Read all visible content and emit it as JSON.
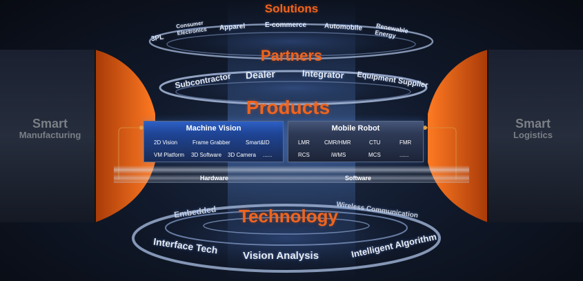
{
  "solutions": {
    "title": "Solutions",
    "items": [
      "3PL",
      "Consumer\nElectronics",
      "Apparel",
      "E-commerce",
      "Automobile",
      "Renewable\nEnergy"
    ]
  },
  "partners": {
    "title": "Partners",
    "items": [
      "Subcontractor",
      "Dealer",
      "Integrator",
      "Equipment Supplier"
    ]
  },
  "products": {
    "title": "Products",
    "machine_vision": {
      "title": "Machine Vision",
      "items": [
        "2D Vision",
        "Frame Grabber",
        "Smart&ID",
        "VM Platform",
        "3D Software",
        "3D Camera",
        "......"
      ]
    },
    "mobile_robot": {
      "title": "Mobile Robot",
      "items": [
        "LMR",
        "CMR/HMR",
        "CTU",
        "FMR",
        "RCS",
        "iWMS",
        "MCS",
        "......"
      ]
    }
  },
  "layers": {
    "hardware": "Hardware",
    "software": "Software"
  },
  "technology": {
    "title": "Technology",
    "items": [
      "Embedded",
      "Wireless Communication",
      "Interface Tech",
      "Vision Analysis",
      "Intelligent Algorithm"
    ]
  },
  "sides": {
    "left": {
      "line1": "Smart",
      "line2": "Manufacturing"
    },
    "right": {
      "line1": "Smart",
      "line2": "Logistics"
    }
  },
  "colors": {
    "accent": "#f0641e",
    "card_left": "#2a57b8",
    "card_right": "#3a4a66"
  }
}
